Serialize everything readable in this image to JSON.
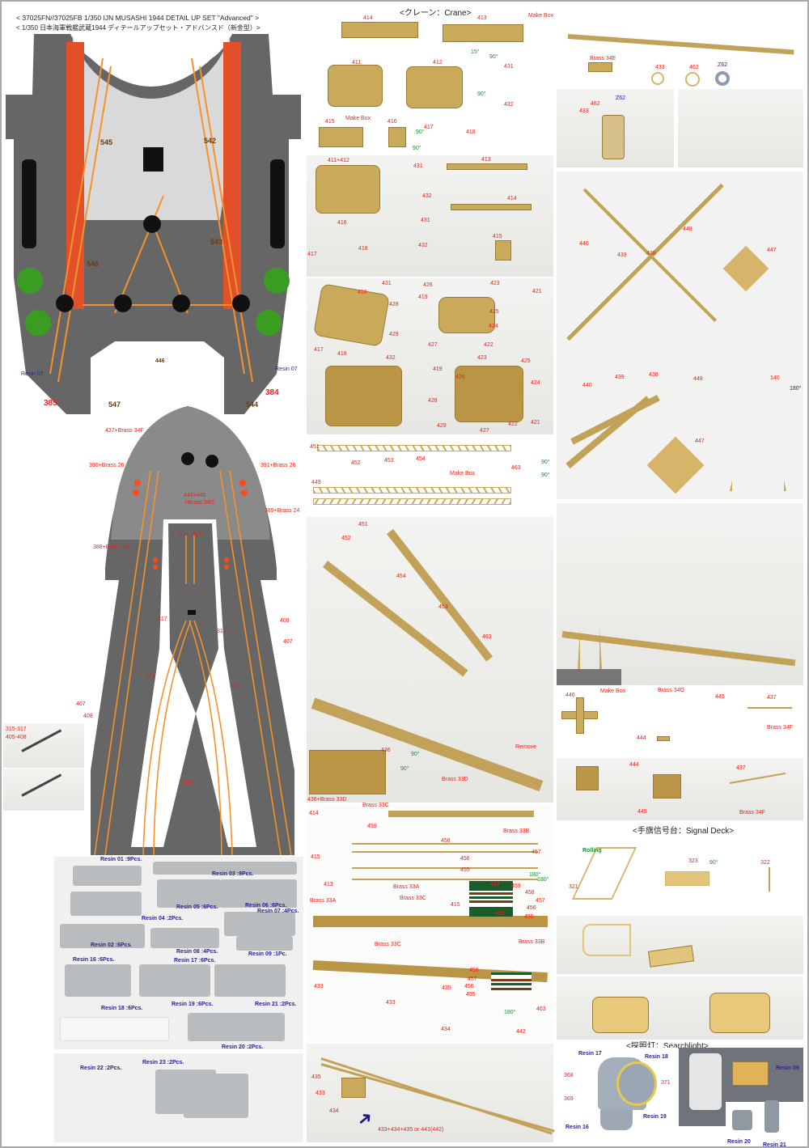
{
  "header": {
    "line1": "< 37025FN//37025FB 1/350 IJN MUSASHI 1944 DETAIL UP SET \"Advanced\" >",
    "line2": "< 1/350 日本海軍戦艦武蔵1944 ディテールアップセット・アドバンスド（新金型）>"
  },
  "sections": {
    "crane": "<クレーン：Crane>",
    "signal": "<手旗信号台：Signal Deck>",
    "searchlight": "<探照灯：Searchlight>"
  },
  "deck_top": {
    "labels": [
      "545",
      "542",
      "546",
      "543",
      "446",
      "Resin 07",
      "Resin 07",
      "385",
      "547",
      "544",
      "384"
    ]
  },
  "deck_bow": {
    "labels": [
      "437+Brass 34F",
      "390+Brass 26",
      "391+Brass 26",
      "444+445",
      "+Brass 34G",
      "389+Brass 24",
      "388+Brass 24",
      "406",
      "405",
      "317",
      "317",
      "408",
      "407",
      "315",
      "315",
      "407",
      "408",
      "316"
    ]
  },
  "inset": {
    "labels": [
      "315-317",
      "405-408"
    ]
  },
  "resin": {
    "labels": [
      "Resin 01 :9Pcs.",
      "Resin 03 :9Pcs.",
      "Resin 05 :6Pcs.",
      "Resin 06 :6Pcs.",
      "Resin 07 :4Pcs.",
      "Resin 04 :2Pcs.",
      "Resin 02 :6Pcs.",
      "Resin 08 :4Pcs.",
      "Resin 09 :1Pc.",
      "Resin 16 :6Pcs.",
      "Resin 17 :6Pcs.",
      "Resin 18 :6Pcs.",
      "Resin 19 :6Pcs.",
      "Resin 21 :2Pcs.",
      "Resin 20 :2Pcs.",
      "Resin 22 :2Pcs.",
      "Resin 23 :2Pcs."
    ]
  },
  "crane1": {
    "labels": [
      "414",
      "413",
      "Make Box",
      "15°",
      "411",
      "412",
      "90°",
      "431",
      "90°",
      "432",
      "415",
      "Make Box",
      "416",
      "417",
      "90°",
      "90°",
      "418"
    ]
  },
  "crane2": {
    "labels": [
      "411+412",
      "431",
      "413",
      "432",
      "414",
      "431",
      "416",
      "432",
      "415",
      "417",
      "418"
    ]
  },
  "crane3": {
    "labels": [
      "431",
      "426",
      "423",
      "421",
      "416",
      "428",
      "419",
      "425",
      "417",
      "429",
      "424",
      "418",
      "432",
      "427",
      "422",
      "419",
      "426",
      "423",
      "425",
      "424",
      "428",
      "421",
      "429",
      "427",
      "422"
    ]
  },
  "crane4": {
    "labels": [
      "451",
      "452",
      "453",
      "454",
      "463",
      "90°",
      "90°",
      "449",
      "Make Box"
    ]
  },
  "crane5": {
    "labels": [
      "451",
      "452",
      "454",
      "453",
      "463",
      "436",
      "90°",
      "90°",
      "Brass 33D",
      "Remove",
      "436+Brass 33D"
    ]
  },
  "crane6": {
    "labels": [
      "414",
      "Brass 33C",
      "459",
      "Brass 33B",
      "458",
      "415",
      "456",
      "457",
      "455",
      "180°",
      "180°",
      "413",
      "Brass 33A",
      "Brass 33A",
      "Brass 33C",
      "414",
      "459",
      "458",
      "457",
      "456",
      "455",
      "413",
      "415",
      "Brass 33C",
      "Brass 33B",
      "458",
      "457",
      "456",
      "455",
      "463",
      "433",
      "435",
      "433",
      "434",
      "442",
      "180°"
    ]
  },
  "crane7": {
    "labels": [
      "435",
      "433",
      "434",
      "433+434+435 or 441(442)"
    ]
  },
  "right1": {
    "labels": [
      "Brass 34E",
      "433",
      "462",
      "Z62",
      "433",
      "462",
      "Z62"
    ]
  },
  "right2": {
    "labels": [
      "448",
      "440",
      "439",
      "438",
      "447",
      "440",
      "439",
      "438",
      "448",
      "140",
      "180°",
      "447"
    ]
  },
  "right3": {
    "labels": [
      "446",
      "Make Box",
      "Brass 34G",
      "445",
      "437",
      "444",
      "Brass 34F",
      "444",
      "445",
      "437",
      "Brass 34F"
    ]
  },
  "signal": {
    "labels": [
      "Rolling",
      "323",
      "90°",
      "322",
      "321"
    ]
  },
  "searchlight": {
    "labels": [
      "Resin 17",
      "Resin 18",
      "368",
      "371",
      "369",
      "Resin 19",
      "Resin 16",
      "Resin 09",
      "Resin 20",
      "Resin 21"
    ]
  },
  "colors": {
    "deck": "#666666",
    "stripe": "#f5922a",
    "label": "#e8231b",
    "resin_label": "#2b2394"
  }
}
